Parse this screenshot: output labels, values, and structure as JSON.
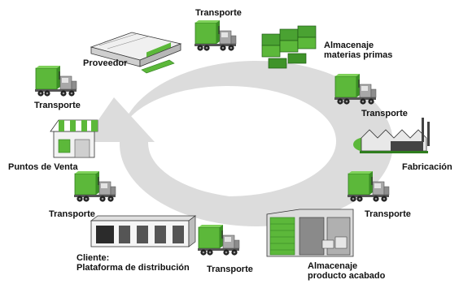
{
  "labels": {
    "transporte_top": "Transporte",
    "proveedor": "Proveedor",
    "almacenaje_mp_1": "Almacenaje",
    "almacenaje_mp_2": "materias primas",
    "transporte_left": "Transporte",
    "transporte_right_upper": "Transporte",
    "puntos_de_venta": "Puntos de Venta",
    "fabricacion": "Fabricación",
    "transporte_right_lower": "Transporte",
    "transporte_left_lower": "Transporte",
    "cliente_1": "Cliente:",
    "cliente_2": "Plataforma de distribución",
    "transporte_bottom": "Transporte",
    "almacenaje_pa_1": "Almacenaje",
    "almacenaje_pa_2": "producto acabado"
  },
  "icons": [
    "truck-icon",
    "warehouse-icon",
    "pallets-icon",
    "factory-icon",
    "storefront-icon",
    "distribution-center-icon",
    "finished-goods-warehouse-icon"
  ],
  "colors": {
    "accent_green": "#5cb83a",
    "dark_green": "#2f7d1e",
    "ring_gray": "#dcdcdc",
    "truck_gray": "#8d8d8d"
  }
}
